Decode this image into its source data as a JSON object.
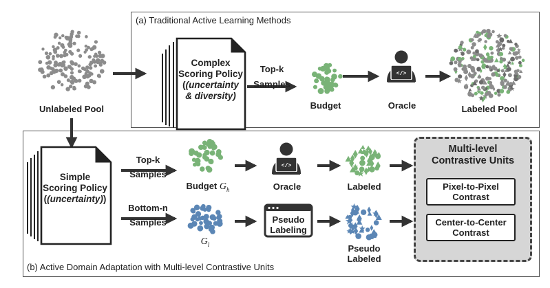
{
  "panel_a": {
    "title": "(a) Traditional Active Learning Methods",
    "scoring_policy": {
      "line1": "Complex",
      "line2": "Scoring Policy",
      "line3": "(uncertainty",
      "line4": "& diversity)"
    },
    "topk": {
      "line1": "Top-k",
      "line2": "Samples"
    },
    "budget": "Budget",
    "oracle": "Oracle",
    "labeled_pool": "Labeled Pool"
  },
  "unlabeled_pool": "Unlabeled Pool",
  "panel_b": {
    "title": "(b) Active Domain Adaptation with Multi-level Contrastive Units",
    "scoring_policy": {
      "line1": "Simple",
      "line2": "Scoring Policy",
      "line3": "(uncertainty)"
    },
    "topk": {
      "line1": "Top-k",
      "line2": "Samples"
    },
    "bottomn": {
      "line1": "Bottom-n",
      "line2": "Samples"
    },
    "budget_gh": {
      "text": "Budget",
      "sym": "G",
      "sub": "h"
    },
    "gl": {
      "sym": "G",
      "sub": "l"
    },
    "oracle": "Oracle",
    "pseudo_labeling": {
      "line1": "Pseudo",
      "line2": "Labeling"
    },
    "labeled": "Labeled",
    "pseudo_labeled": {
      "line1": "Pseudo",
      "line2": "Labeled"
    },
    "mlcu": {
      "title1": "Multi-level",
      "title2": "Contrastive Units",
      "p2p": {
        "line1": "Pixel-to-Pixel",
        "line2": "Contrast"
      },
      "c2c": {
        "line1": "Center-to-Center",
        "line2": "Contrast"
      }
    }
  },
  "colors": {
    "gray": "#8c8c8c",
    "green": "#79b377",
    "blue": "#5b86b5",
    "dark": "#333333",
    "panel_border": "#555555",
    "mlc_fill": "#d6d6d6"
  },
  "icons": [
    "document-stack-icon",
    "oracle-person-icon",
    "laptop-code-icon",
    "browser-window-icon",
    "arrow-icon"
  ]
}
